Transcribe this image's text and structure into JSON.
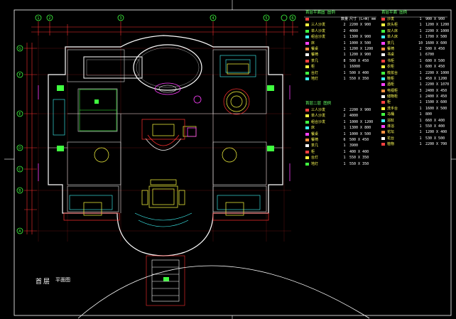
{
  "plan": {
    "title": "首层",
    "scale_label": "平面图"
  },
  "legend_left_top": {
    "header": "首层平面图 图例",
    "rows": [
      {
        "name": "",
        "qty": "数量",
        "size": "尺寸 (L×W) mm"
      },
      {
        "name": "三人沙发",
        "qty": "2",
        "size": "2200 X 900"
      },
      {
        "name": "单人沙发",
        "qty": "2",
        "size": "4000"
      },
      {
        "name": "组合沙发",
        "qty": "1",
        "size": "1300 X 900"
      },
      {
        "name": "床",
        "qty": "1",
        "size": "1000 X 500"
      },
      {
        "name": "餐桌",
        "qty": "1",
        "size": "1200 X 1200"
      },
      {
        "name": "餐椅",
        "qty": "1",
        "size": "1200 X 900"
      },
      {
        "name": "茶几",
        "qty": "8",
        "size": "500 X 450"
      },
      {
        "name": "柜",
        "qty": "1",
        "size": "16000"
      },
      {
        "name": "台灯",
        "qty": "1",
        "size": "500 X 400"
      },
      {
        "name": "地灯",
        "qty": "1",
        "size": "550 X 350"
      }
    ]
  },
  "legend_left_bottom": {
    "header": "首层二层 图例",
    "rows": [
      {
        "name": "三人沙发",
        "qty": "2",
        "size": "2200 X 900"
      },
      {
        "name": "单人沙发",
        "qty": "2",
        "size": "4000"
      },
      {
        "name": "组合沙发",
        "qty": "1",
        "size": "1000 X 1200"
      },
      {
        "name": "床",
        "qty": "1",
        "size": "1300 X 800"
      },
      {
        "name": "餐桌",
        "qty": "1",
        "size": "1000 X 500"
      },
      {
        "name": "餐椅",
        "qty": "6",
        "size": "500 X 450"
      },
      {
        "name": "茶几",
        "qty": "1",
        "size": "3900"
      },
      {
        "name": "柜",
        "qty": "1",
        "size": "400 X 400"
      },
      {
        "name": "台灯",
        "qty": "1",
        "size": "550 X 350"
      },
      {
        "name": "地灯",
        "qty": "1",
        "size": "550 X 350"
      }
    ]
  },
  "legend_right": {
    "header": "首层平面 图例",
    "rows": [
      {
        "name": "沙发",
        "qty": "1",
        "size": "900 X 900"
      },
      {
        "name": "床头柜",
        "qty": "1",
        "size": "1200 X 1200"
      },
      {
        "name": "双人床",
        "qty": "1",
        "size": "2200 X 1000"
      },
      {
        "name": "单人床",
        "qty": "1",
        "size": "1700 X 500"
      },
      {
        "name": "茶几",
        "qty": "10",
        "size": "1600 X 600"
      },
      {
        "name": "餐椅",
        "qty": "2",
        "size": "500 X 450"
      },
      {
        "name": "书桌",
        "qty": "1",
        "size": "6700"
      },
      {
        "name": "书柜",
        "qty": "1",
        "size": "600 X 500"
      },
      {
        "name": "衣柜",
        "qty": "1",
        "size": "600 X 450"
      },
      {
        "name": "梳妆台",
        "qty": "1",
        "size": "2200 X 1000"
      },
      {
        "name": "鞋柜",
        "qty": "1",
        "size": "450 X 1200"
      },
      {
        "name": "酒柜",
        "qty": "1",
        "size": "2200 X 1070"
      },
      {
        "name": "电视柜",
        "qty": "3",
        "size": "2400 X 450"
      },
      {
        "name": "储物柜",
        "qty": "1",
        "size": "2400 X 450"
      },
      {
        "name": "柜",
        "qty": "1",
        "size": "1500 X 600"
      },
      {
        "name": "洗手台",
        "qty": "1",
        "size": "1600 X 500"
      },
      {
        "name": "马桶",
        "qty": "1",
        "size": "800"
      },
      {
        "name": "浴缸",
        "qty": "1",
        "size": "660 X 400"
      },
      {
        "name": "淋浴",
        "qty": "1",
        "size": "550 X 400"
      },
      {
        "name": "花坛",
        "qty": "1",
        "size": "1200 X 400"
      },
      {
        "name": "花台",
        "qty": "1",
        "size": "530 X 500"
      },
      {
        "name": "植物",
        "qty": "1",
        "size": "2200 X 700"
      }
    ]
  },
  "grid_labels": {
    "top": [
      "1",
      "2",
      "3",
      "4",
      "5",
      "6"
    ],
    "left": [
      "G",
      "F",
      "E",
      "D",
      "C",
      "B",
      "A"
    ]
  },
  "colors": {
    "background": "#000000",
    "frame": "#ffffff",
    "wall": "#ffffff",
    "dimension": "#ff3030",
    "furniture": "#ffff40",
    "cyan": "#40ffff",
    "green": "#40ff40",
    "magenta": "#ff40ff"
  }
}
